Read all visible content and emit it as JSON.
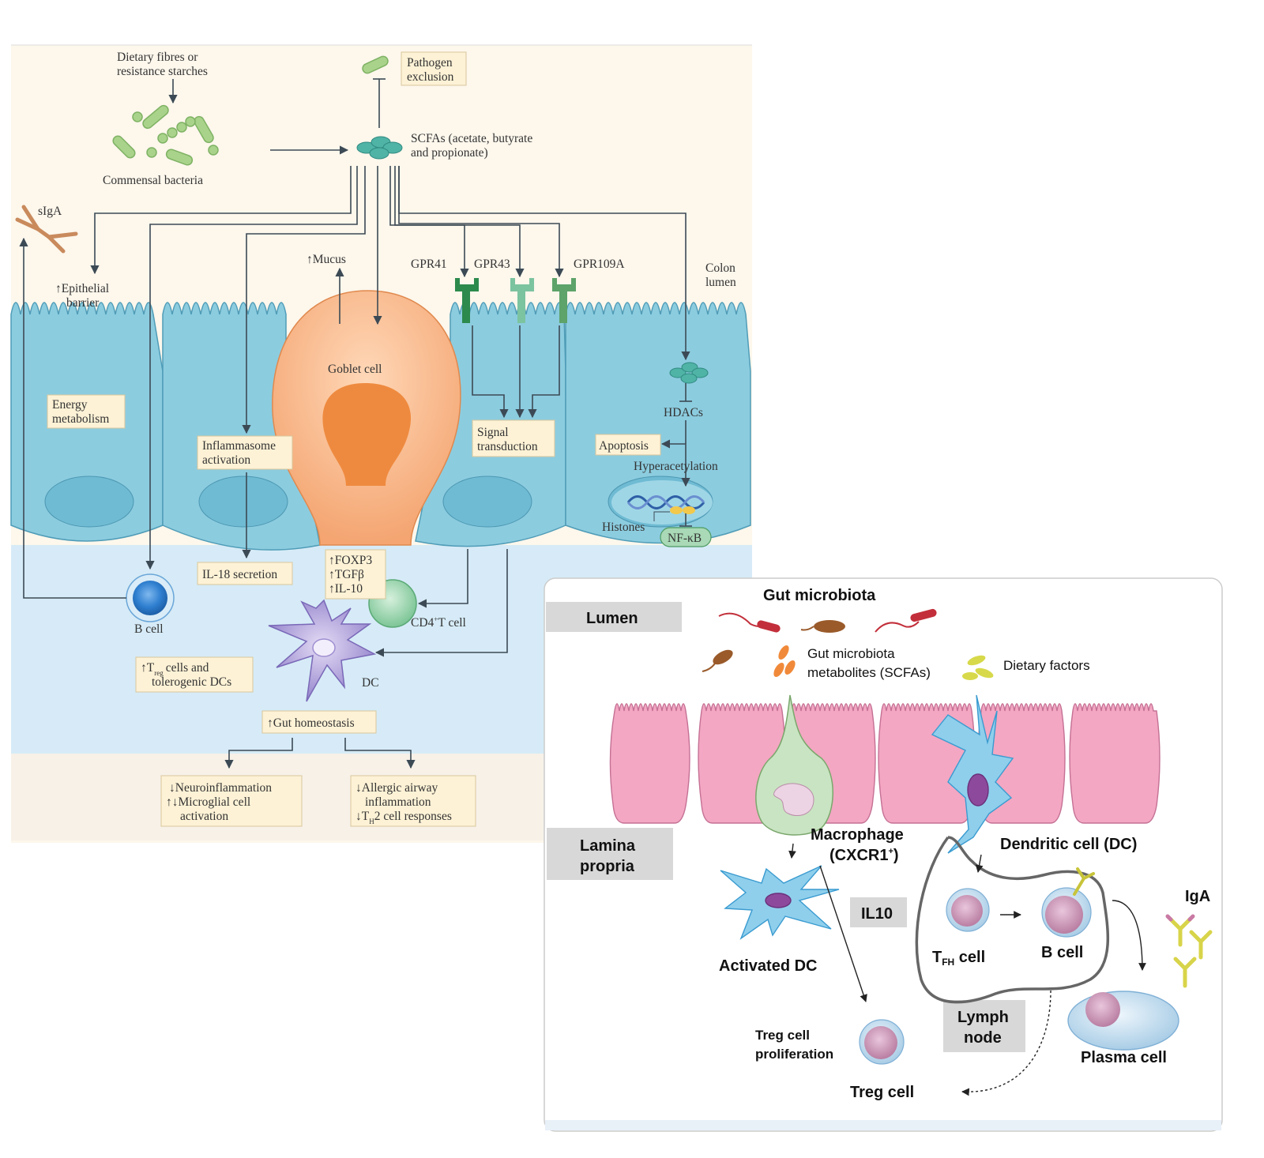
{
  "left": {
    "dietary_fibres": [
      "Dietary fibres or",
      "resistance starches"
    ],
    "commensal_bacteria": "Commensal bacteria",
    "pathogen_exclusion": [
      "Pathogen",
      "exclusion"
    ],
    "scfas": [
      "SCFAs (acetate, butyrate",
      "and propionate)"
    ],
    "siga": "sIgA",
    "epithelial_barrier": [
      "↑Epithelial",
      "barrier"
    ],
    "mucus": "↑Mucus",
    "gpr41": "GPR41",
    "gpr43": "GPR43",
    "gpr109a": "GPR109A",
    "colon_lumen": [
      "Colon",
      "lumen"
    ],
    "goblet_cell": "Goblet cell",
    "energy_metabolism": [
      "Energy",
      "metabolism"
    ],
    "inflammasome": [
      "Inflammasome",
      "activation"
    ],
    "signal_transduction": [
      "Signal",
      "transduction"
    ],
    "hdacs": "HDACs",
    "apoptosis": "Apoptosis",
    "hyperacetylation": "Hyperacetylation",
    "histones": "Histones",
    "nfkb": "NF-κB",
    "il18": "IL-18 secretion",
    "foxp3": [
      "↑FOXP3",
      "↑TGFβ",
      "↑IL-10"
    ],
    "b_cell": "B cell",
    "cd4_main": "CD4",
    "cd4_sup": "+",
    "cd4_end": "T cell",
    "dc": "DC",
    "treg_up": "↑T",
    "treg_sub": "reg",
    "treg_rest": "cells and",
    "tolerogenic": "tolerogenic DCs",
    "gut_homeostasis": "↑Gut homeostasis",
    "neuro": [
      "↓Neuroinflammation",
      "↑↓Microglial cell",
      "activation"
    ],
    "allergic": [
      "↓Allergic airway",
      "inflammation"
    ],
    "th2_pre": "↓T",
    "th2_sub": "H",
    "th2_post": "2 cell responses"
  },
  "right": {
    "gut_microbiota": "Gut microbiota",
    "lumen": "Lumen",
    "metabolites": [
      "Gut microbiota",
      "metabolites (SCFAs)"
    ],
    "dietary_factors": "Dietary factors",
    "lamina_propria": [
      "Lamina",
      "propria"
    ],
    "macrophage": "Macrophage",
    "cxcr1_main": "(CXCR1",
    "cxcr1_sup": "+",
    "cxcr1_end": ")",
    "dendritic_cell": "Dendritic cell (DC)",
    "activated_dc": "Activated DC",
    "il10": "IL10",
    "tfh_t": "T",
    "tfh_sub": "FH",
    "tfh_cell": " cell",
    "b_cell": "B cell",
    "iga": "IgA",
    "lymph_node": [
      "Lymph",
      "node"
    ],
    "plasma_cell": "Plasma cell",
    "treg_prolif": [
      "Treg cell",
      "proliferation"
    ],
    "treg_cell": "Treg cell"
  }
}
